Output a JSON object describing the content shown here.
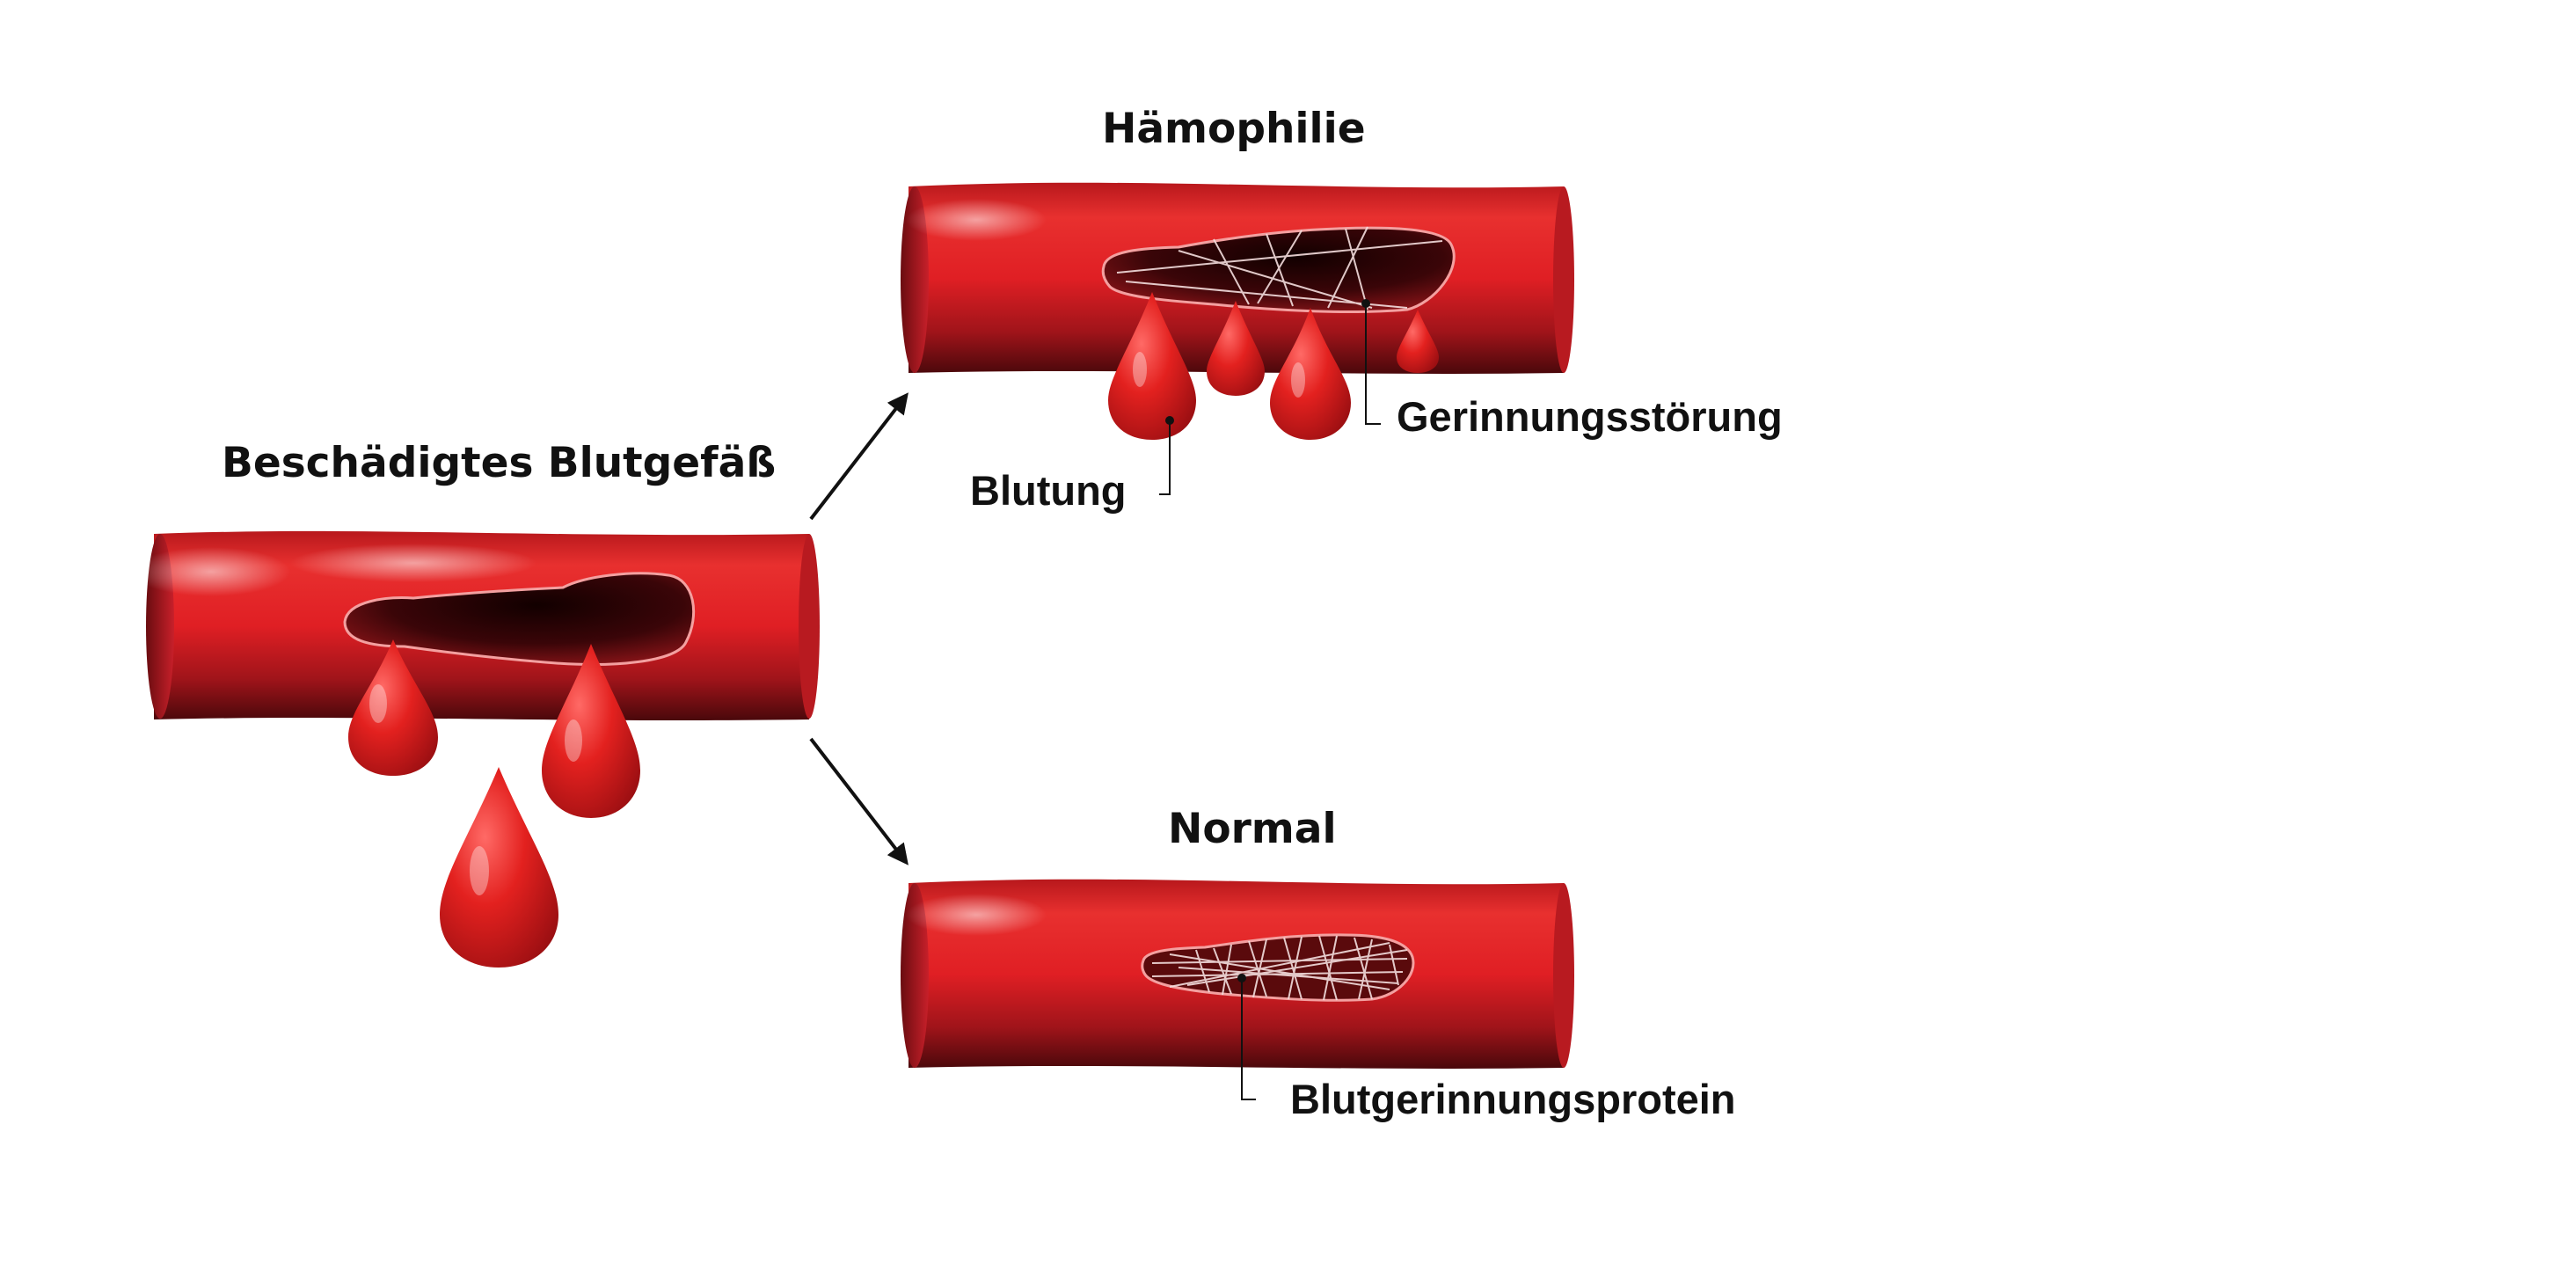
{
  "labels": {
    "damaged_title": "Beschädigtes Blutgefäß",
    "hemophilia_title": "Hämophilie",
    "normal_title": "Normal",
    "bleeding": "Blutung",
    "coagulation_disorder": "Gerinnungsstörung",
    "clotting_protein": "Blutgerinnungsprotein"
  },
  "colors": {
    "vessel_red": "#e01f24",
    "vessel_dark": "#5a0a0c",
    "vessel_highlight": "#f47a78",
    "fiber_white": "#f4dede",
    "line_black": "#111111"
  }
}
